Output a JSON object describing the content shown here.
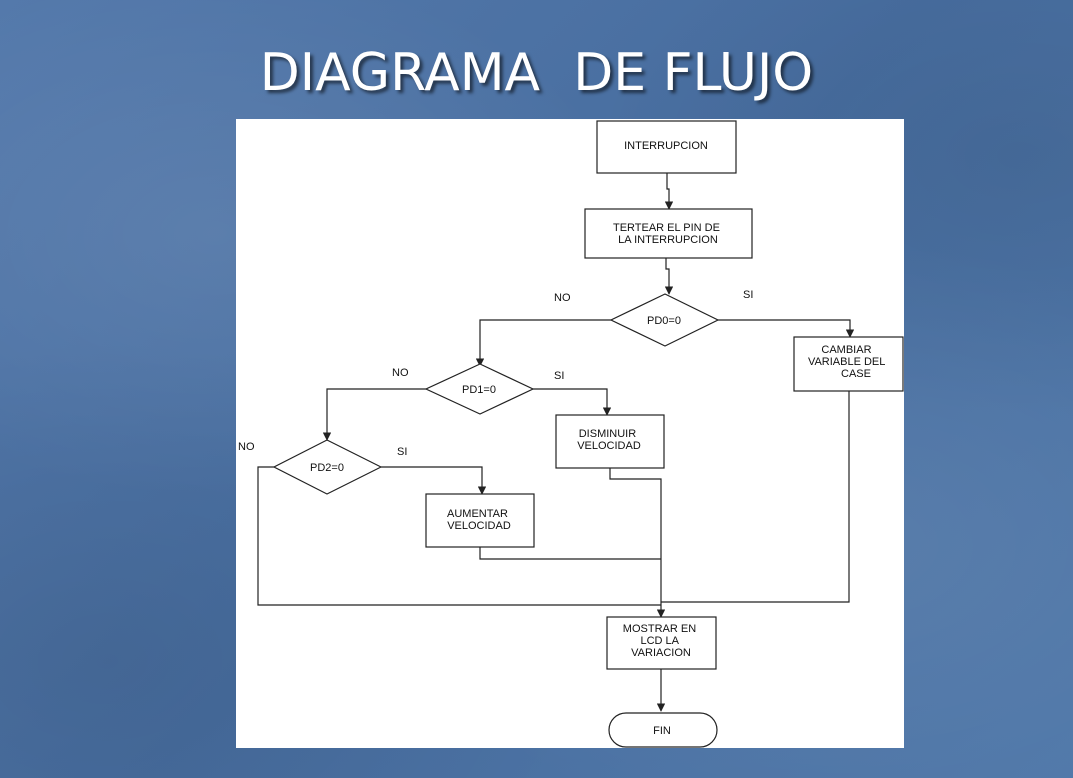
{
  "slide": {
    "title": "DIAGRAMA  DE FLUJO"
  },
  "flowchart": {
    "nodes": {
      "interrupcion": [
        "INTERRUPCION"
      ],
      "testear": [
        "TERTEAR EL PIN DE",
        "LA INTERRUPCION"
      ],
      "pd0": [
        "PD0=0"
      ],
      "cambiar": [
        "CAMBIAR",
        "VARIABLE DEL",
        "CASE"
      ],
      "pd1": [
        "PD1=0"
      ],
      "disminuir": [
        "DISMINUIR",
        "VELOCIDAD"
      ],
      "pd2": [
        "PD2=0"
      ],
      "aumentar": [
        "AUMENTAR",
        "VELOCIDAD"
      ],
      "mostrar": [
        "MOSTRAR EN",
        "LCD LA",
        "VARIACION"
      ],
      "fin": [
        "FIN"
      ]
    },
    "edge_labels": {
      "pd0_no": "NO",
      "pd0_si": "SI",
      "pd1_no": "NO",
      "pd1_si": "SI",
      "pd2_no": "NO",
      "pd2_si": "SI"
    }
  }
}
